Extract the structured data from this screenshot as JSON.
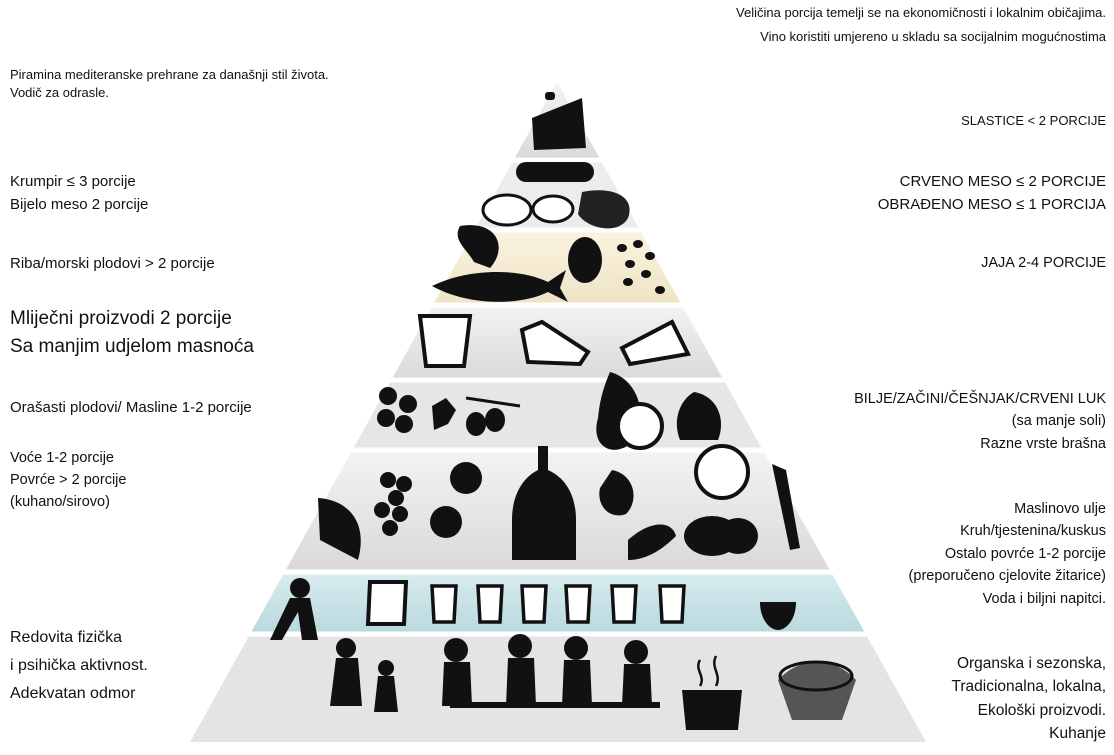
{
  "top_note": {
    "line1": "Veličina porcija temelji se na ekonomičnosti i lokalnim običajima.",
    "line2": "Vino koristiti umjereno u skladu sa socijalnim mogućnostima"
  },
  "title": {
    "line1": "Piramina mediteranske prehrane za današnji stil života.",
    "line2": "Vodič za odrasle."
  },
  "left": {
    "potatoes": "Krumpir ≤ 3 porcije",
    "white_meat": "Bijelo meso 2 porcije",
    "fish": "Riba/morski plodovi > 2 porcije",
    "dairy1": "Mliječni proizvodi 2 porcije",
    "dairy2": "Sa manjim udjelom masnoća",
    "nuts": "Orašasti plodovi/ Masline 1-2 porcije",
    "fruit": "Voće 1-2 porcije",
    "veg": "Povrće > 2 porcije",
    "veg_note": "(kuhano/sirovo)",
    "activity1": "Redovita fizička",
    "activity2": "i psihička aktivnost.",
    "activity3": "Adekvatan odmor"
  },
  "right": {
    "sweets": "SLASTICE < 2 PORCIJE",
    "red_meat": "CRVENO MESO ≤ 2 PORCIJE",
    "processed_meat": "OBRAĐENO MESO ≤ 1 PORCIJA",
    "eggs": "JAJA 2-4 PORCIJE",
    "herbs": "BILJE/ZAČINI/ČEŠNJAK/CRVENI LUK",
    "herbs_note": "(sa manje soli)",
    "flour": "Razne vrste brašna",
    "olive_oil": "Maslinovo ulje",
    "bread": "Kruh/tjestenina/kuskus",
    "other_veg": "Ostalo povrće 1-2 porcije",
    "grains_note": "(preporučeno cjelovite žitarice)",
    "water": "Voda i biljni napitci.",
    "organic": "Organska i sezonska,",
    "traditional": "Tradicionalna, lokalna,",
    "eco": "Ekološki proizvodi.",
    "cooking": "Kuhanje"
  }
}
